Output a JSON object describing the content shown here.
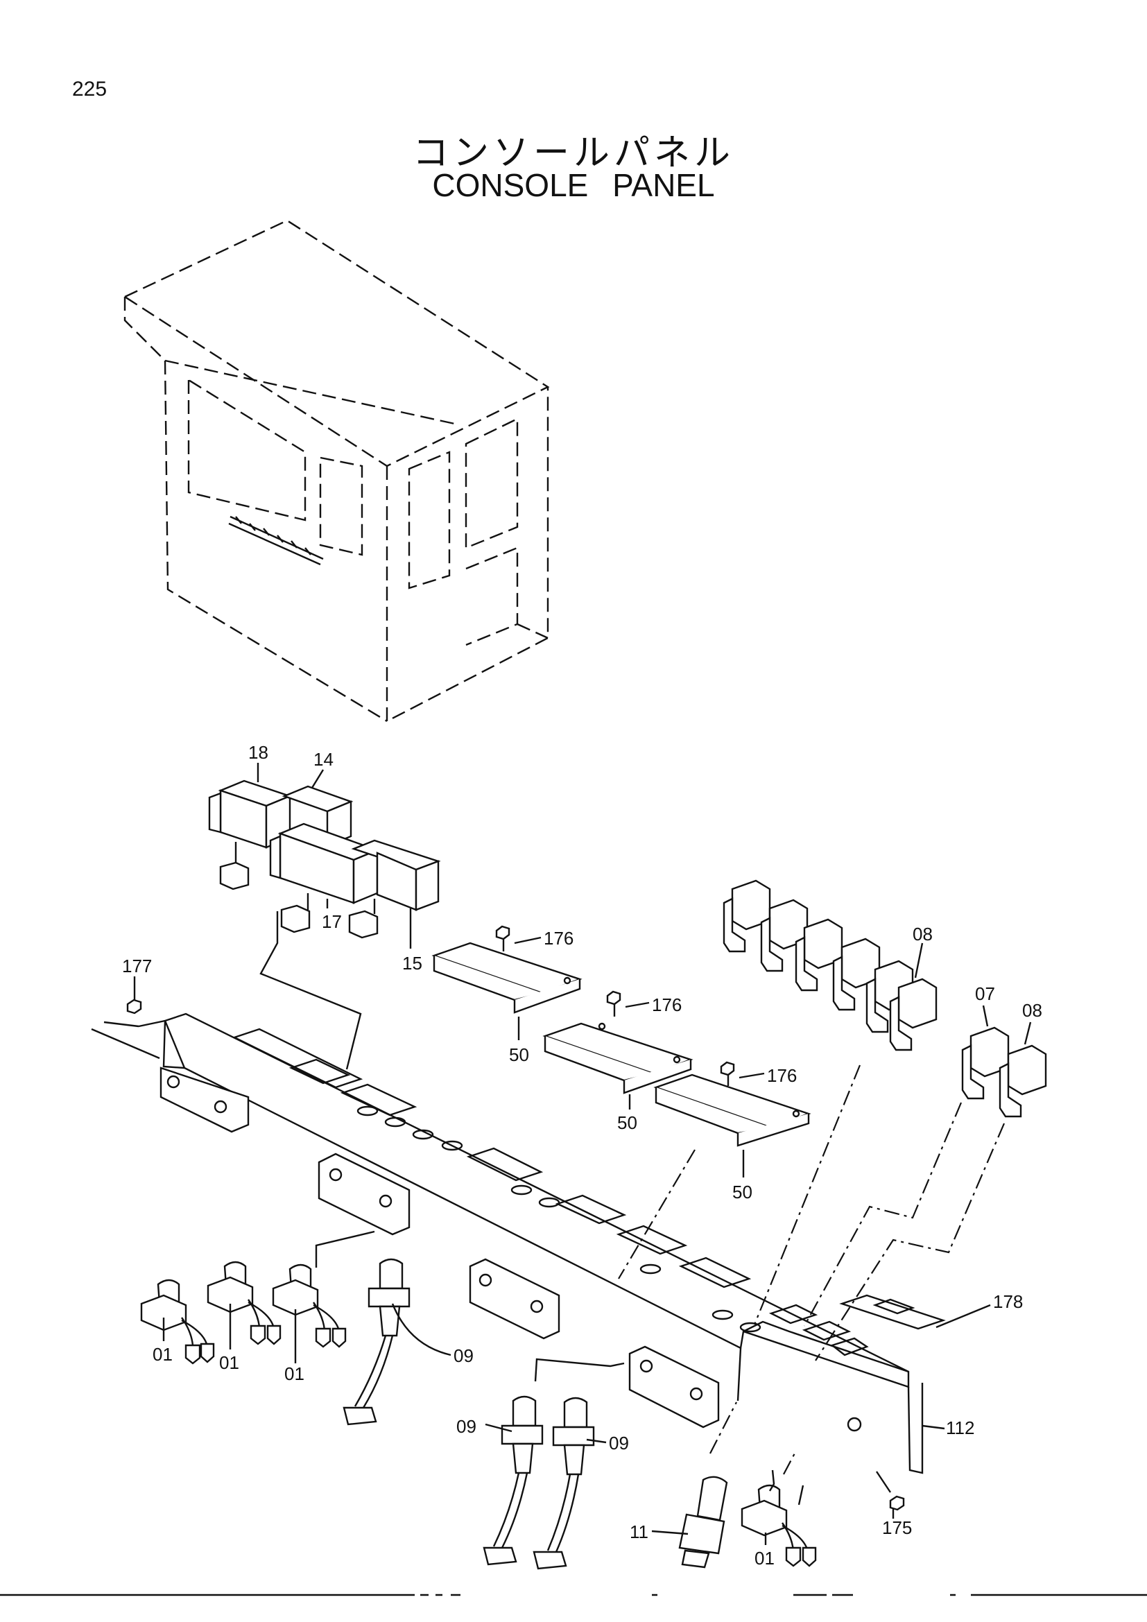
{
  "page": {
    "number": "225"
  },
  "title": {
    "japanese": "コンソールパネル",
    "english": "CONSOLE PANEL"
  },
  "callouts": {
    "c18": "18",
    "c14": "14",
    "c17": "17",
    "c15": "15",
    "c176a": "176",
    "c176b": "176",
    "c176c": "176",
    "c177": "177",
    "c50a": "50",
    "c50b": "50",
    "c50c": "50",
    "c08a": "08",
    "c07": "07",
    "c08b": "08",
    "c01a": "01",
    "c01b": "01",
    "c01c": "01",
    "c01d": "01",
    "c09a": "09",
    "c09b": "09",
    "c09c": "09",
    "c11": "11",
    "c112": "112",
    "c175": "175",
    "c178": "178"
  }
}
